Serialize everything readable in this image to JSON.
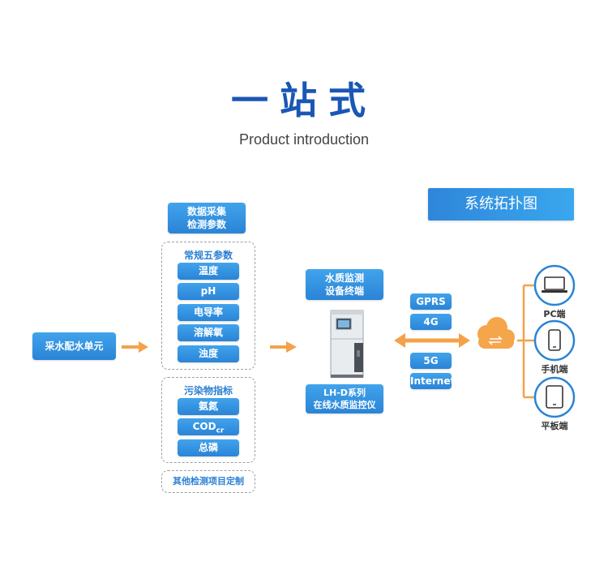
{
  "header": {
    "title": "一站式",
    "subtitle": "Product introduction"
  },
  "topology_button": "系统拓扑图",
  "source_unit": "采水配水单元",
  "collection": {
    "label_line1": "数据采集",
    "label_line2": "检测参数"
  },
  "group_standard": {
    "title": "常规五参数",
    "items": [
      "温度",
      "pH",
      "电导率",
      "溶解氧",
      "浊度"
    ]
  },
  "group_pollutant": {
    "title": "污染物指标",
    "items": [
      "氨氮",
      "COD",
      "总磷"
    ],
    "cod_subscript": "cr"
  },
  "custom_label": "其他检测项目定制",
  "terminal": {
    "label_line1": "水质监测",
    "label_line2": "设备终端"
  },
  "device_series": {
    "line1": "LH-D系列",
    "line2": "在线水质监控仪"
  },
  "network": [
    "GPRS",
    "4G",
    "5G",
    "Internet"
  ],
  "endpoints": [
    "PC端",
    "手机端",
    "平板端"
  ],
  "colors": {
    "title_blue": "#1a57b5",
    "button_blue": "#2f86da",
    "arrow_orange": "#f4a24a",
    "cloud_orange": "#f5a54a",
    "device_ring": "#2a84d6"
  },
  "icons": {
    "laptop": "laptop-icon",
    "phone": "phone-icon",
    "tablet": "tablet-icon",
    "cloud": "cloud-icon",
    "cabinet": "monitoring-cabinet-icon"
  }
}
